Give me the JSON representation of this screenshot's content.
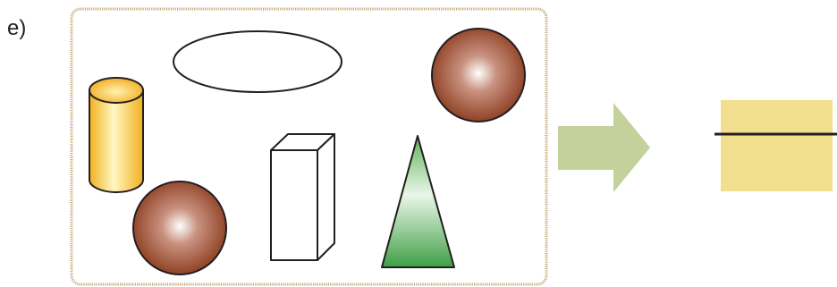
{
  "item_label": "e)",
  "colors": {
    "frame_border": "#c7a97a",
    "frame_fill": "#ffffff",
    "shape_outline": "#231f20",
    "cylinder_light": "#fff7c2",
    "cylinder_dark": "#f2b01e",
    "sphere_light": "#ffffff",
    "sphere_dark": "#8a3a1c",
    "cone_light": "#ffffff",
    "cone_dark": "#4aa64a",
    "arrow": "#c4d19b",
    "fraction_box": "#f1df8d",
    "fraction_bar": "#231f20"
  },
  "shapes": [
    {
      "name": "ellipse",
      "kind": "flat"
    },
    {
      "name": "cylinder",
      "kind": "solid"
    },
    {
      "name": "sphere",
      "kind": "solid"
    },
    {
      "name": "sphere",
      "kind": "solid"
    },
    {
      "name": "rectangular-prism",
      "kind": "solid"
    },
    {
      "name": "cone",
      "kind": "solid"
    }
  ],
  "fraction": {
    "numerator": "",
    "denominator": ""
  }
}
